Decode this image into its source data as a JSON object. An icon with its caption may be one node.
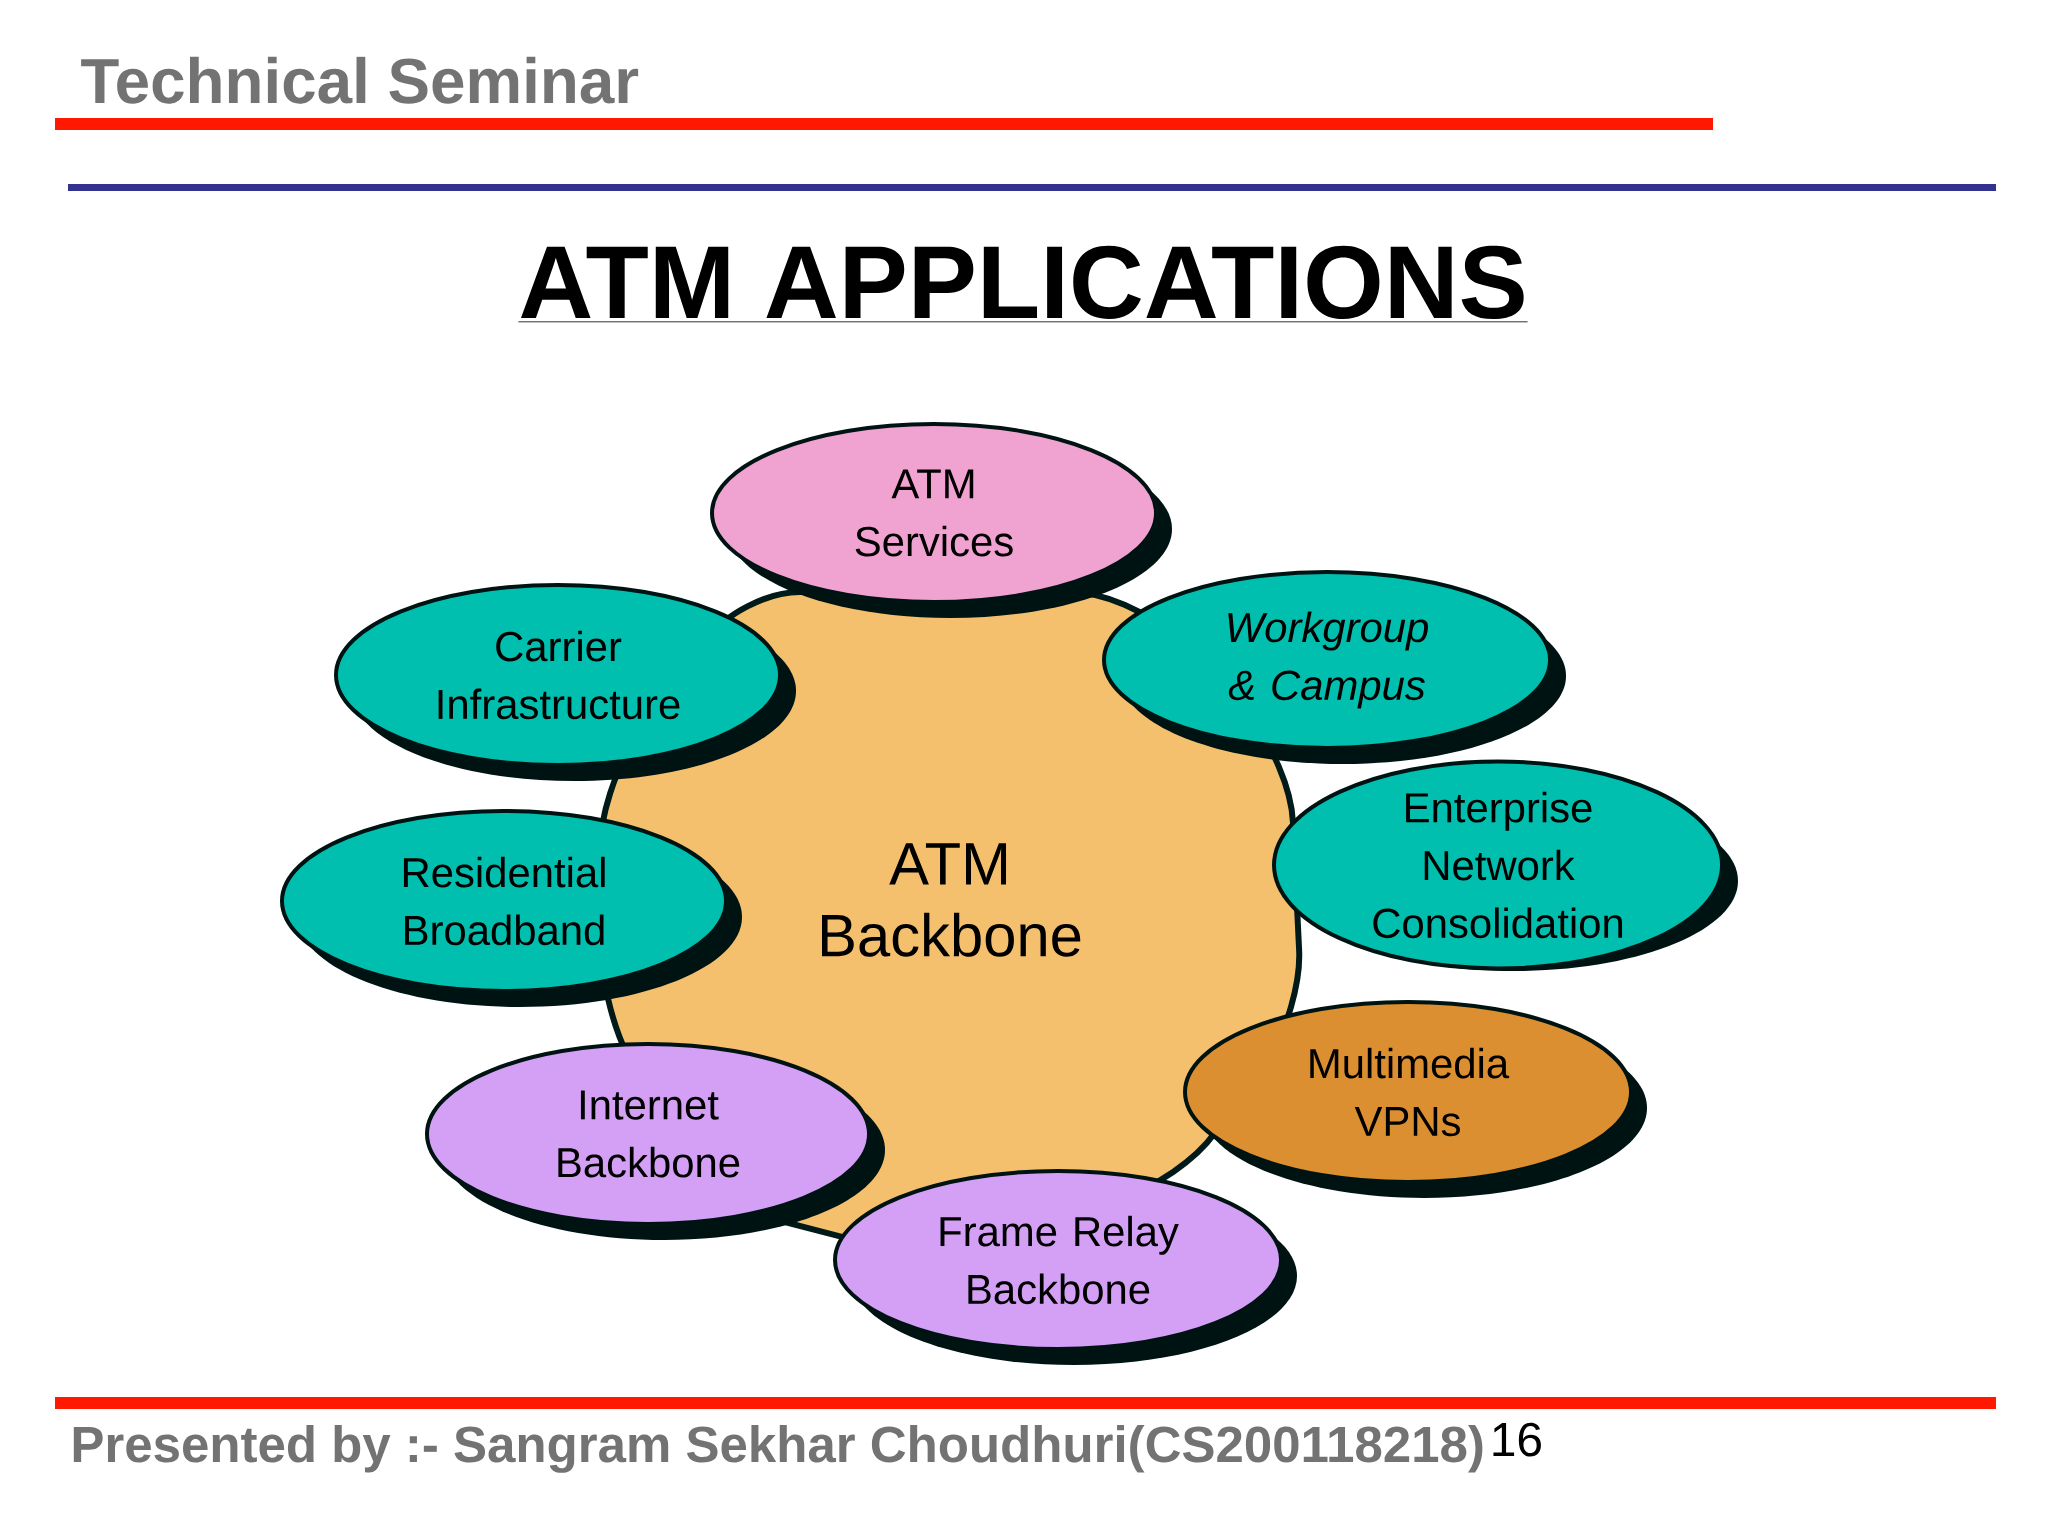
{
  "diagram": {
    "title": "ATM APPLICATIONS",
    "nodes": [
      {
        "text": [
          "ATM Backbone"
        ]
      },
      {
        "text": [
          "ATM Services"
        ]
      },
      {
        "text": [
          "Carrier Infrastructure"
        ]
      },
      {
        "text": [
          "Workgroup & Campus"
        ]
      },
      {
        "text": [
          "Residential Broadband"
        ]
      },
      {
        "text": [
          "Enterprise Network Consolidation"
        ]
      },
      {
        "text": [
          "Internet Backbone"
        ]
      },
      {
        "text": [
          "Multimedia VPNs"
        ]
      },
      {
        "text": [
          "Frame Relay Backbone"
        ]
      }
    ],
    "labels": [
      "Technical Seminar",
      "Presented by :- Sangram Sekhar Choudhuri(CS200118218)",
      "16"
    ]
  }
}
